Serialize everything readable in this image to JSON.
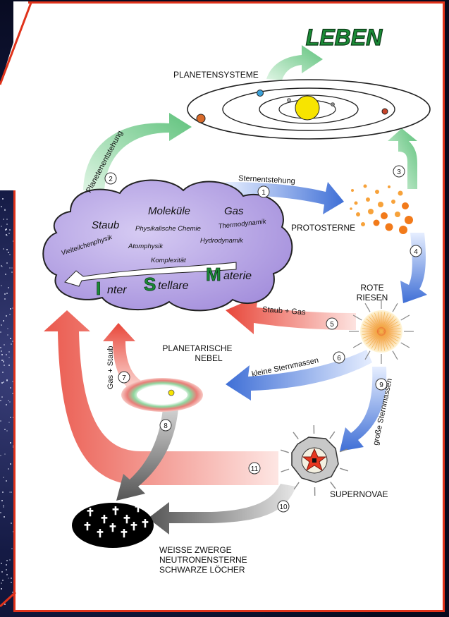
{
  "title": "LEBEN",
  "planetensysteme": "PLANETENSYSTEME",
  "protosterne": "PROTOSTERNE",
  "rote_riesen": [
    "ROTE",
    "RIESEN"
  ],
  "planetarische_nebel": [
    "PLANETARISCHE",
    "NEBEL"
  ],
  "supernovae": "SUPERNOVAE",
  "remnants": [
    "WEISSE ZWERGE",
    "NEUTRONENSTERNE",
    "SCHWARZE LÖCHER"
  ],
  "cloud": {
    "staub": "Staub",
    "molekuele": "Moleküle",
    "gas": "Gas",
    "physikalische_chemie": "Physikalische Chemie",
    "thermodynamik": "Thermodynamik",
    "vielteilchenphysik": "Vielteilchenphysik",
    "atomphysik": "Atomphysik",
    "hydrodynamik": "Hydrodynamik",
    "komplexitaet": "Komplexität",
    "ism": [
      {
        "initial": "I",
        "rest": "nter"
      },
      {
        "initial": "S",
        "rest": "tellare"
      },
      {
        "initial": "M",
        "rest": "aterie"
      }
    ]
  },
  "arrows": [
    {
      "num": "1",
      "label": "Sternentstehung"
    },
    {
      "num": "2",
      "label": "Planetenentstehung"
    },
    {
      "num": "3",
      "label": ""
    },
    {
      "num": "4",
      "label": ""
    },
    {
      "num": "5",
      "label": "Staub + Gas"
    },
    {
      "num": "6",
      "label": "kleine Sternmassen"
    },
    {
      "num": "7",
      "label": "Gas + Staub"
    },
    {
      "num": "8",
      "label": ""
    },
    {
      "num": "9",
      "label": "große Sternmassen"
    },
    {
      "num": "10",
      "label": ""
    },
    {
      "num": "11",
      "label": ""
    }
  ],
  "colors": {
    "frame": "#e0321a",
    "blue": "#3f6fd6",
    "green": "#6fc98a",
    "red": "#e85a4c",
    "gray": "#6e6e6e",
    "cloud": "#b9a7e6",
    "sun": "#f7e400"
  }
}
